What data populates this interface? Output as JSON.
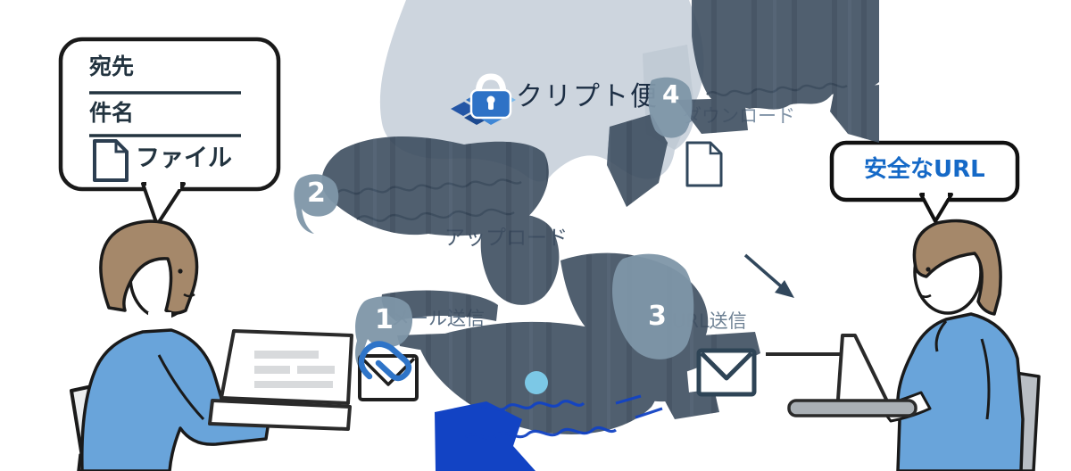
{
  "service": {
    "logo_text": "クリプト便"
  },
  "sender_bubble": {
    "field_to": "宛先",
    "field_subject": "件名",
    "file_label": "ファイル"
  },
  "receiver_bubble": {
    "text": "安全なURL"
  },
  "steps": [
    {
      "num": "1",
      "label": "メール送信"
    },
    {
      "num": "2",
      "label": "アップロード"
    },
    {
      "num": "3",
      "label": "URL送信"
    },
    {
      "num": "4",
      "label": "ダウンロード"
    }
  ],
  "colors": {
    "cloud": "#cdd5de",
    "blob_dark": "#3e4e60",
    "badge_lobe": "#7e96a8",
    "accent_blue": "#2e72c6",
    "safe_url_text": "#1569c7",
    "bottom_ink_blue": "#1243c4",
    "shirt_blue": "#69a4da",
    "hair_brown": "#a5886a",
    "outline_dark": "#1a1a1a"
  }
}
